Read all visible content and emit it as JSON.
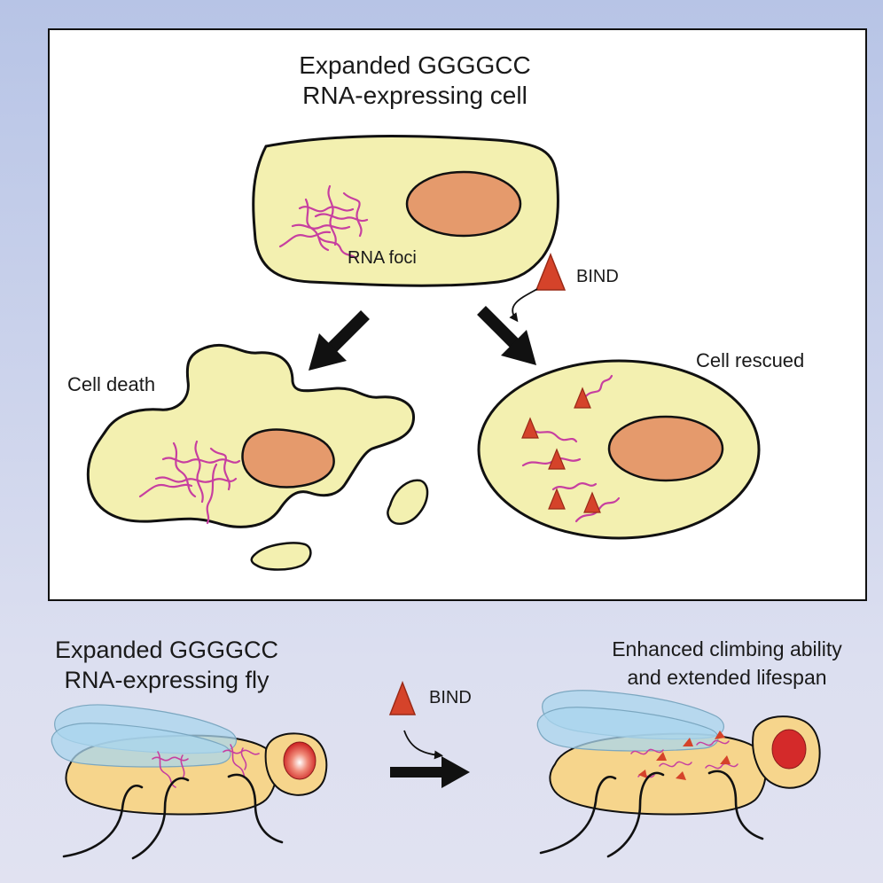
{
  "top_panel": {
    "title_line1": "Expanded GGGGCC",
    "title_line2": "RNA-expressing cell",
    "rna_foci_label": "RNA foci",
    "drug_label": "BIND",
    "cell_death_label": "Cell death",
    "cell_rescued_label": "Cell rescued"
  },
  "bottom_panel": {
    "left_line1": "Expanded GGGGCC",
    "left_line2": "RNA-expressing fly",
    "drug_label": "BIND",
    "right_line1": "Enhanced climbing ability",
    "right_line2": "and extended lifespan"
  },
  "colors": {
    "cytoplasm": "#f3f0b0",
    "nucleus": "#e59a6c",
    "rna": "#c73fa0",
    "drug": "#d5432a",
    "fly_body": "#f6d58c",
    "fly_wing": "#a9d5ee",
    "fly_eye": "#d42a2a"
  }
}
